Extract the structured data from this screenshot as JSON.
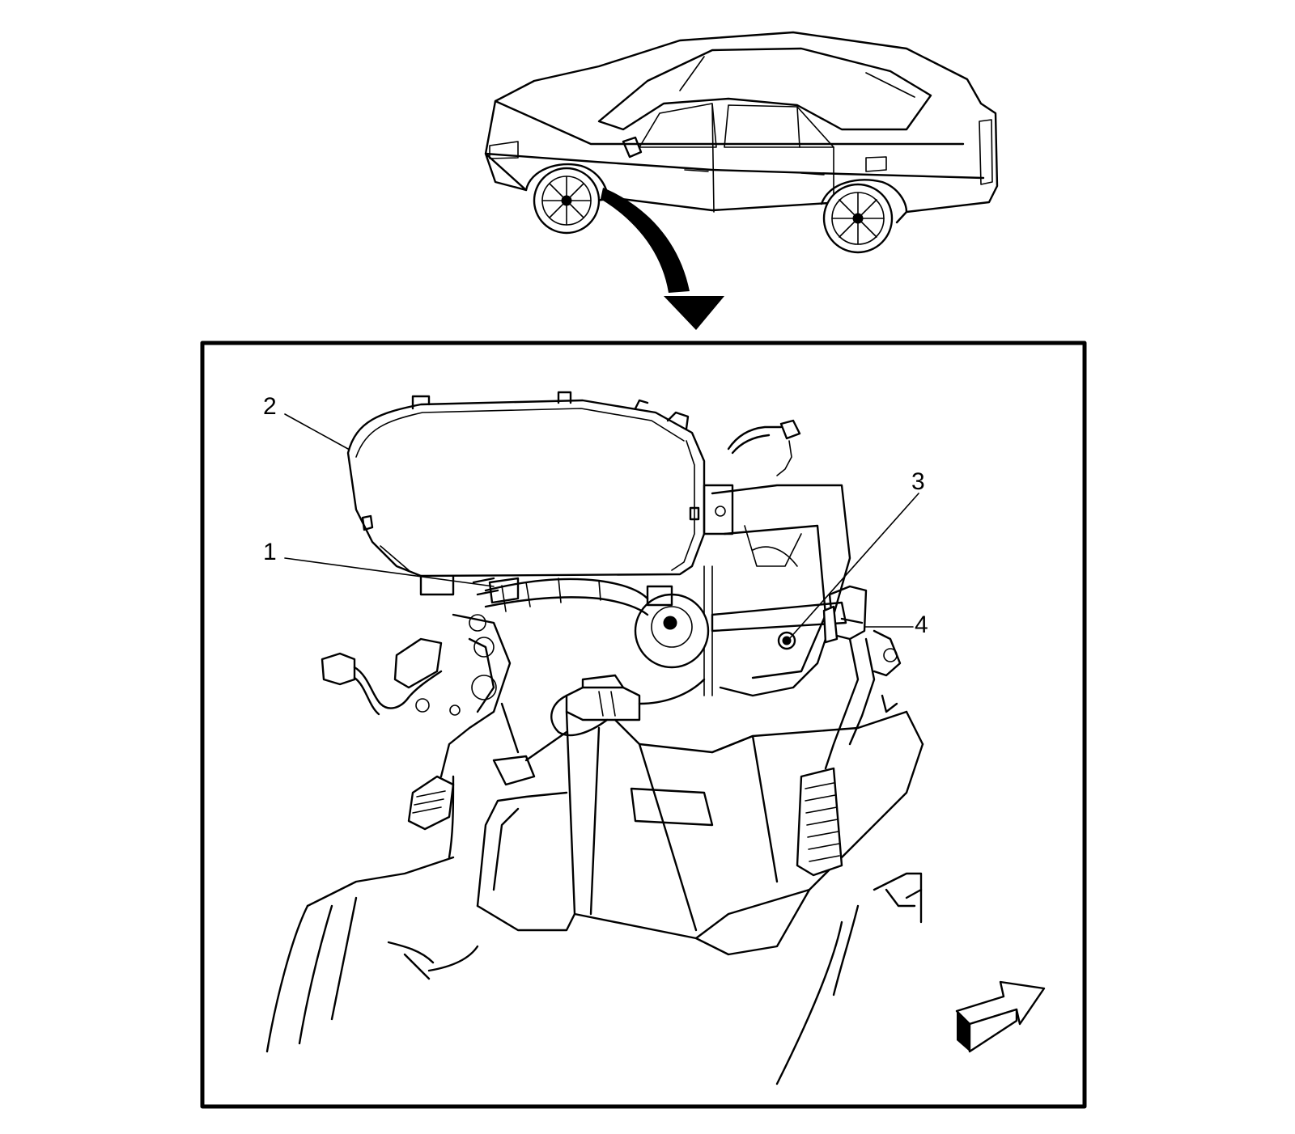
{
  "callouts": [
    {
      "id": "1",
      "label": "1"
    },
    {
      "id": "2",
      "label": "2"
    },
    {
      "id": "3",
      "label": "3"
    },
    {
      "id": "4",
      "label": "4"
    }
  ],
  "icons": {
    "car": "sedan-overview-icon",
    "pointer": "curved-arrow-down-icon",
    "forward": "vehicle-front-direction-arrow-icon"
  },
  "colors": {
    "line": "#000000",
    "background": "#ffffff"
  }
}
